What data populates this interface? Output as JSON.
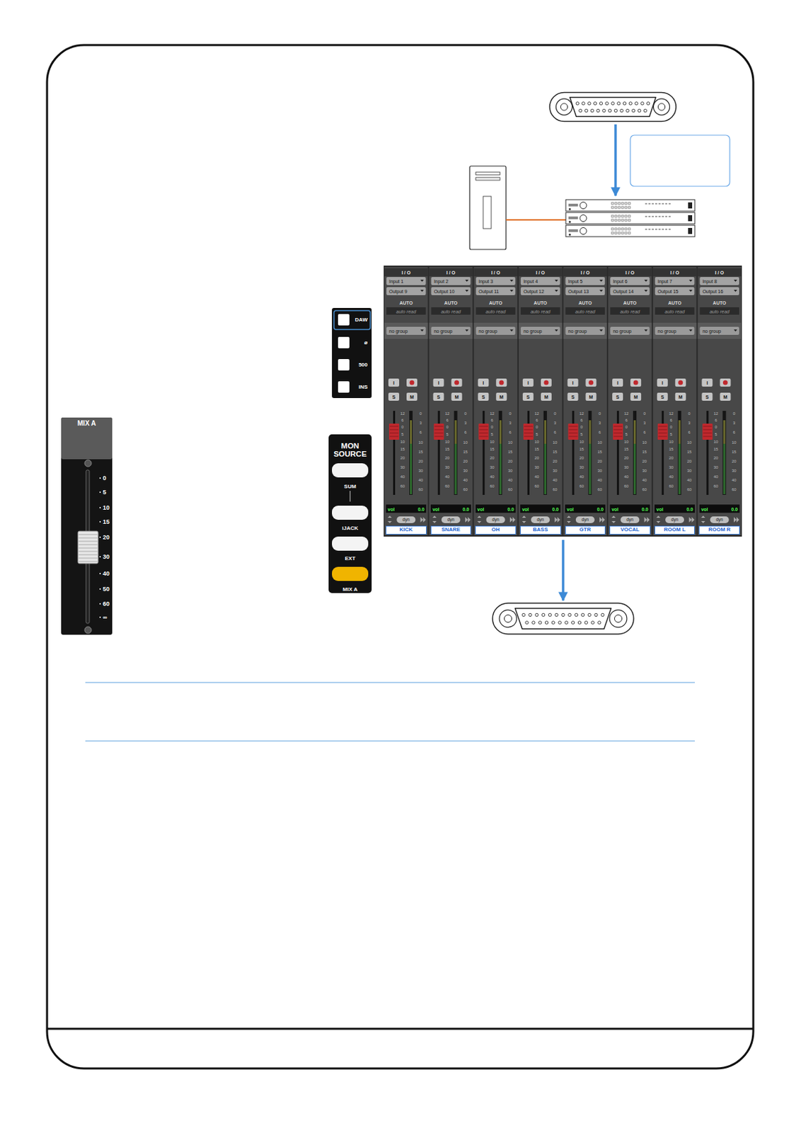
{
  "diagram": {
    "nodes": [
      {
        "text": [
          "MIX A"
        ]
      },
      {
        "text": [
          "DAW"
        ]
      },
      {
        "text": [
          "ø"
        ]
      },
      {
        "text": [
          "500"
        ]
      },
      {
        "text": [
          "INS"
        ]
      },
      {
        "text": [
          "MON SOURCE"
        ]
      },
      {
        "text": [
          "SUM"
        ],
        "in": 5
      },
      {
        "text": [
          "iJACK"
        ],
        "in": 5
      },
      {
        "text": [
          "EXT"
        ],
        "in": 5
      },
      {
        "text": [
          "MIX A"
        ],
        "in": 5
      },
      {
        "text": [
          "KICK"
        ]
      },
      {
        "text": [
          "SNARE"
        ]
      },
      {
        "text": [
          "OH"
        ]
      },
      {
        "text": [
          "BASS"
        ]
      },
      {
        "text": [
          "GTR"
        ]
      },
      {
        "text": [
          "VOCAL"
        ]
      },
      {
        "text": [
          "ROOM L"
        ]
      },
      {
        "text": [
          "ROOM R"
        ]
      }
    ],
    "labels": [
      "0",
      "5",
      "10",
      "15",
      "20",
      "30",
      "40",
      "50",
      "60",
      "∞",
      "I / O",
      "Input 1",
      "Output 9",
      "AUTO",
      "auto read",
      "no group",
      "I",
      "S",
      "M",
      "12",
      "6",
      "0",
      "5",
      "10",
      "15",
      "20",
      "30",
      "40",
      "60",
      "0",
      "3",
      "6",
      "10",
      "15",
      "20",
      "30",
      "40",
      "60",
      "vol",
      "0.0",
      "dyn",
      "I / O",
      "Input 2",
      "Output 10",
      "AUTO",
      "auto read",
      "no group",
      "I",
      "S",
      "M",
      "12",
      "6",
      "0",
      "5",
      "10",
      "15",
      "20",
      "30",
      "40",
      "60",
      "0",
      "3",
      "6",
      "10",
      "15",
      "20",
      "30",
      "40",
      "60",
      "vol",
      "0.0",
      "dyn",
      "I / O",
      "Input 3",
      "Output 11",
      "AUTO",
      "auto read",
      "no group",
      "I",
      "S",
      "M",
      "12",
      "6",
      "0",
      "5",
      "10",
      "15",
      "20",
      "30",
      "40",
      "60",
      "0",
      "3",
      "6",
      "10",
      "15",
      "20",
      "30",
      "40",
      "60",
      "vol",
      "0.0",
      "dyn",
      "I / O",
      "Input 4",
      "Output 12",
      "AUTO",
      "auto read",
      "no group",
      "I",
      "S",
      "M",
      "12",
      "6",
      "0",
      "5",
      "10",
      "15",
      "20",
      "30",
      "40",
      "60",
      "0",
      "3",
      "6",
      "10",
      "15",
      "20",
      "30",
      "40",
      "60",
      "vol",
      "0.0",
      "dyn",
      "I / O",
      "Input 5",
      "Output 13",
      "AUTO",
      "auto read",
      "no group",
      "I",
      "S",
      "M",
      "12",
      "6",
      "0",
      "5",
      "10",
      "15",
      "20",
      "30",
      "40",
      "60",
      "0",
      "3",
      "6",
      "10",
      "15",
      "20",
      "30",
      "40",
      "60",
      "vol",
      "0.0",
      "dyn",
      "I / O",
      "Input 6",
      "Output 14",
      "AUTO",
      "auto read",
      "no group",
      "I",
      "S",
      "M",
      "12",
      "6",
      "0",
      "5",
      "10",
      "15",
      "20",
      "30",
      "40",
      "60",
      "0",
      "3",
      "6",
      "10",
      "15",
      "20",
      "30",
      "40",
      "60",
      "vol",
      "0.0",
      "dyn",
      "I / O",
      "Input 7",
      "Output 15",
      "AUTO",
      "auto read",
      "no group",
      "I",
      "S",
      "M",
      "12",
      "6",
      "0",
      "5",
      "10",
      "15",
      "20",
      "30",
      "40",
      "60",
      "0",
      "3",
      "6",
      "10",
      "15",
      "20",
      "30",
      "40",
      "60",
      "vol",
      "0.0",
      "dyn",
      "I / O",
      "Input 8",
      "Output 16",
      "AUTO",
      "auto read",
      "no group",
      "I",
      "S",
      "M",
      "12",
      "6",
      "0",
      "5",
      "10",
      "15",
      "20",
      "30",
      "40",
      "60",
      "0",
      "3",
      "6",
      "10",
      "15",
      "20",
      "30",
      "40",
      "60",
      "vol",
      "0.0",
      "dyn"
    ]
  }
}
